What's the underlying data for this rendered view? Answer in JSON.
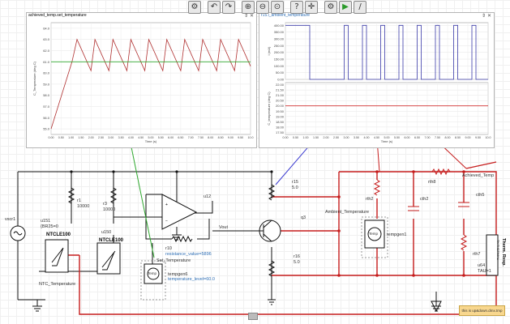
{
  "toolbar": {
    "buttons": [
      {
        "name": "settings-button",
        "icon": "gear-icon",
        "glyph": "⚙"
      },
      {
        "name": "undo-button",
        "icon": "undo-icon",
        "glyph": "↶"
      },
      {
        "name": "redo-button",
        "icon": "redo-icon",
        "glyph": "↷"
      },
      {
        "name": "zoom-in-button",
        "icon": "zoom-in-icon",
        "glyph": "⊕"
      },
      {
        "name": "zoom-out-button",
        "icon": "zoom-out-icon",
        "glyph": "⊖"
      },
      {
        "name": "zoom-fit-button",
        "icon": "zoom-fit-icon",
        "glyph": "⊙"
      },
      {
        "name": "help-button",
        "icon": "help-icon",
        "glyph": "?"
      },
      {
        "name": "add-component-button",
        "icon": "crosshair-icon",
        "glyph": "✛"
      },
      {
        "name": "simulation-settings-button",
        "icon": "gear-icon",
        "glyph": "⚙"
      },
      {
        "name": "run-button",
        "icon": "play-icon",
        "glyph": "▶"
      },
      {
        "name": "draw-wire-button",
        "icon": "pencil-icon",
        "glyph": "/"
      }
    ]
  },
  "chart_data": [
    {
      "type": "line",
      "title": "achieved_temp.set_temperature",
      "ylabel": "C_Temperature (deg C)",
      "xlabel": "Time (s)",
      "x_ticks": [
        "0.00",
        "0.50",
        "1.00",
        "1.50",
        "2.00",
        "2.50",
        "3.00",
        "3.50",
        "4.00",
        "4.50",
        "5.00",
        "5.50",
        "6.00",
        "6.50",
        "7.00",
        "7.50",
        "8.00",
        "8.50",
        "9.00",
        "9.50",
        "10.0"
      ],
      "y_ticks": [
        "64.0",
        "63.0",
        "62.0",
        "61.0",
        "60.0",
        "59.0",
        "58.0",
        "57.0",
        "56.0",
        "55.0"
      ],
      "ylim": [
        54.5,
        64.5
      ],
      "xlim": [
        0,
        10
      ],
      "series": [
        {
          "color": "#b03030",
          "points": [
            [
              0,
              55
            ],
            [
              1.05,
              61
            ],
            [
              1.3,
              63
            ],
            [
              2.0,
              60.2
            ],
            [
              2.2,
              63
            ],
            [
              2.9,
              60.2
            ],
            [
              3.1,
              63
            ],
            [
              3.8,
              60.2
            ],
            [
              4.0,
              63
            ],
            [
              4.7,
              60.2
            ],
            [
              4.9,
              63
            ],
            [
              5.6,
              60.2
            ],
            [
              5.8,
              63
            ],
            [
              6.5,
              60.2
            ],
            [
              6.7,
              63
            ],
            [
              7.4,
              60.2
            ],
            [
              7.6,
              63
            ],
            [
              8.3,
              60.2
            ],
            [
              8.5,
              63
            ],
            [
              9.2,
              60.2
            ],
            [
              9.4,
              63
            ],
            [
              10.0,
              60.6
            ]
          ]
        },
        {
          "color": "#2ea82e",
          "points": [
            [
              0,
              61
            ],
            [
              10,
              61
            ]
          ]
        }
      ]
    },
    {
      "type": "line",
      "title": "r15.i_ambient_temperature",
      "ylabel": "i (mA)",
      "xlabel": "Time (s)",
      "x_ticks": [
        "0.00",
        "0.50",
        "1.00",
        "1.50",
        "2.00",
        "2.50",
        "3.00",
        "3.50",
        "4.00",
        "4.50",
        "5.00",
        "5.50",
        "6.00",
        "6.50",
        "7.00",
        "7.50",
        "8.00",
        "8.50",
        "9.00",
        "9.50",
        "10.0"
      ],
      "y_ticks": [
        "400.00",
        "350.00",
        "300.00",
        "250.00",
        "200.00",
        "150.00",
        "100.00",
        "50.00",
        "0.00"
      ],
      "ylim": [
        0,
        420
      ],
      "xlim": [
        0,
        10
      ],
      "series": [
        {
          "color": "#3a3aa8",
          "points": [
            [
              0,
              400
            ],
            [
              1.2,
              400
            ],
            [
              1.2,
              0
            ],
            [
              2.9,
              0
            ],
            [
              2.9,
              400
            ],
            [
              3.1,
              400
            ],
            [
              3.1,
              0
            ],
            [
              3.8,
              0
            ],
            [
              3.8,
              400
            ],
            [
              4.0,
              400
            ],
            [
              4.0,
              0
            ],
            [
              4.7,
              0
            ],
            [
              4.7,
              400
            ],
            [
              4.9,
              400
            ],
            [
              4.9,
              0
            ],
            [
              5.6,
              0
            ],
            [
              5.6,
              400
            ],
            [
              5.8,
              400
            ],
            [
              5.8,
              0
            ],
            [
              6.5,
              0
            ],
            [
              6.5,
              400
            ],
            [
              6.7,
              400
            ],
            [
              6.7,
              0
            ],
            [
              7.4,
              0
            ],
            [
              7.4,
              400
            ],
            [
              7.6,
              400
            ],
            [
              7.6,
              0
            ],
            [
              8.3,
              0
            ],
            [
              8.3,
              400
            ],
            [
              8.5,
              400
            ],
            [
              8.5,
              0
            ],
            [
              9.2,
              0
            ],
            [
              9.2,
              400
            ],
            [
              9.4,
              400
            ],
            [
              9.4,
              0
            ],
            [
              10,
              0
            ]
          ]
        }
      ]
    },
    {
      "type": "line",
      "title": "",
      "ylabel": "C_temperature (deg C)",
      "xlabel": "Time (s)",
      "x_ticks": [
        "0.00",
        "0.50",
        "1.00",
        "1.50",
        "2.00",
        "2.50",
        "3.00",
        "3.50",
        "4.00",
        "4.50",
        "5.00",
        "5.50",
        "6.00",
        "6.50",
        "7.00",
        "7.50",
        "8.00",
        "8.50",
        "9.00",
        "9.50",
        "10.0"
      ],
      "y_ticks": [
        "22.00",
        "21.50",
        "21.00",
        "20.50",
        "20.00",
        "19.50",
        "19.00",
        "18.50",
        "18.00",
        "17.50"
      ],
      "ylim": [
        17.3,
        22.2
      ],
      "xlim": [
        0,
        10
      ],
      "series": [
        {
          "color": "#d03030",
          "points": [
            [
              0,
              20
            ],
            [
              10,
              20
            ]
          ]
        }
      ]
    }
  ],
  "schematic": {
    "labels": {
      "vscr1": "vscr1",
      "u151": "u151",
      "u151_param": "{BR25=0",
      "ntc_left": "NTCLE100",
      "ntc_temp": "NTC_Temperature",
      "r1": "r1",
      "r1_val": "10000",
      "r3": "r3",
      "r3_val": "10000",
      "u150": "u150",
      "ntc_mid": "NTCLE100",
      "u12": "u12",
      "vout": "Vout",
      "r10": "r10",
      "r10_param": "resistance_value=5896",
      "set_temp": "Set_Temperature",
      "tempgen6": "tempgen6",
      "tempgen6_param": "temperature_level=60.0",
      "temp_block": "Temp",
      "r15": "r15",
      "r15_val": "5.0",
      "q3": "q3",
      "r16": "r16",
      "r16_val": "5.0",
      "amb_temp": "Ambient_Temperature",
      "tempgen1": "tempgen1",
      "temp_block2": "Temp",
      "rth2": "rth2",
      "cth2": "cth2",
      "rth8": "rth8",
      "cth5": "cth5",
      "rth7": "rth7",
      "achieved_temp": "Achieved_Temp",
      "therm_resp": "Therm. Resp.",
      "therm_sub": "Th THERMAL",
      "u64": "u64",
      "tau": "TAU=1"
    }
  },
  "note": {
    "text": "this is up&down.dmx.tmp"
  }
}
